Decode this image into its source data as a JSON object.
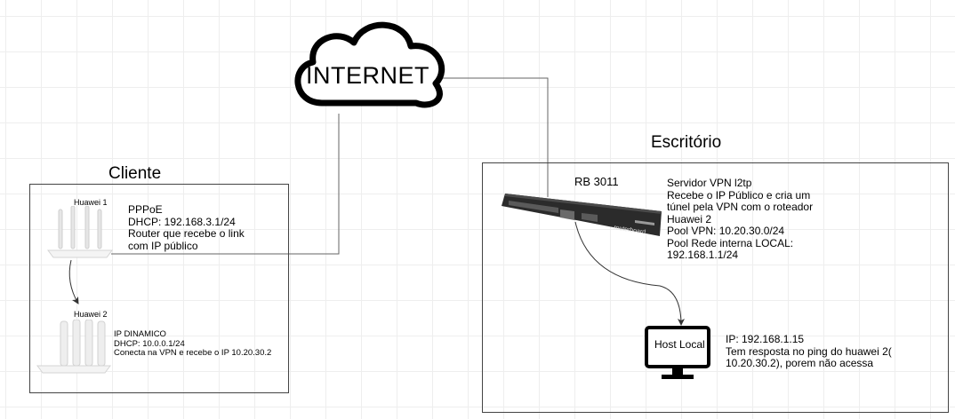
{
  "cloud": {
    "label": "INTERNET"
  },
  "groups": {
    "cliente": {
      "title": "Cliente"
    },
    "escritorio": {
      "title": "Escritório"
    }
  },
  "devices": {
    "huawei1": {
      "name": "Huawei 1",
      "text": "PPPoE\nDHCP: 192.168.3.1/24\nRouter que recebe o link\ncom IP público"
    },
    "huawei2": {
      "name": "Huawei 2",
      "text": "IP DINAMICO\nDHCP: 10.0.0.1/24\nConecta na VPN e recebe o IP 10.20.30.2"
    },
    "rb3011": {
      "name": "RB 3011",
      "brand": "routerboard",
      "text": "Servidor VPN l2tp\nRecebe o IP Público e cria um\ntúnel pela VPN com o roteador\nHuawei 2\nPool VPN: 10.20.30.0/24\nPool Rede interna LOCAL:\n192.168.1.1/24"
    },
    "host": {
      "name": "Host Local",
      "text": "IP: 192.168.1.15\nTem resposta no ping do huawei 2(\n10.20.30.2), porem não acessa"
    }
  },
  "colors": {
    "line": "#666666",
    "border": "#444444",
    "device_dark": "#2b2b2b",
    "router_white": "#f4f4f4"
  },
  "icons": [
    "cloud-icon",
    "router-icon",
    "rack-router-icon",
    "monitor-icon"
  ]
}
